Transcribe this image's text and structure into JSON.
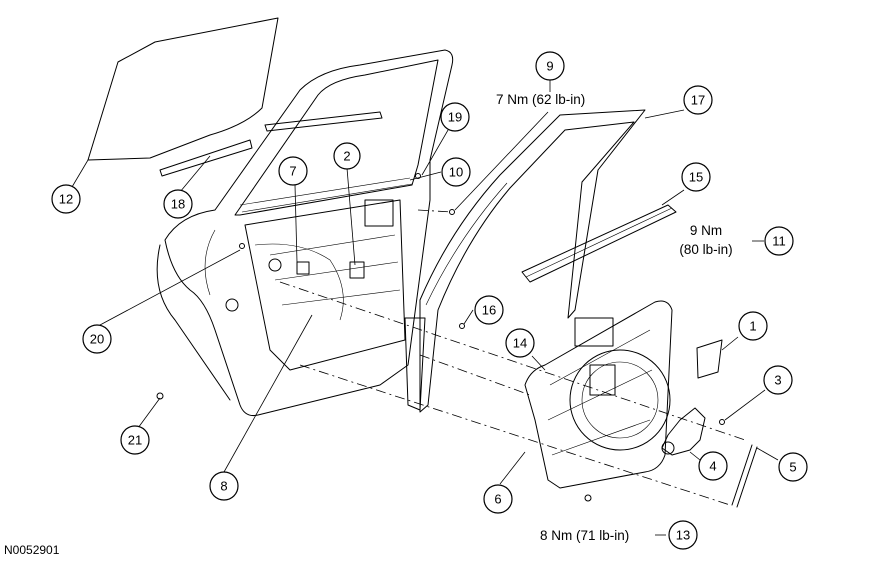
{
  "figure_id": "N0052901",
  "callouts": [
    "1",
    "2",
    "3",
    "4",
    "5",
    "6",
    "7",
    "8",
    "9",
    "10",
    "11",
    "12",
    "13",
    "14",
    "15",
    "16",
    "17",
    "18",
    "19",
    "20",
    "21"
  ],
  "torque_specs": {
    "item_9": "7 Nm (62 lb-in)",
    "item_11_line1": "9 Nm",
    "item_11_line2": "(80 lb-in)",
    "item_13": "8 Nm (71 lb-in)"
  },
  "colors": {
    "line": "#000000",
    "background": "#ffffff"
  }
}
